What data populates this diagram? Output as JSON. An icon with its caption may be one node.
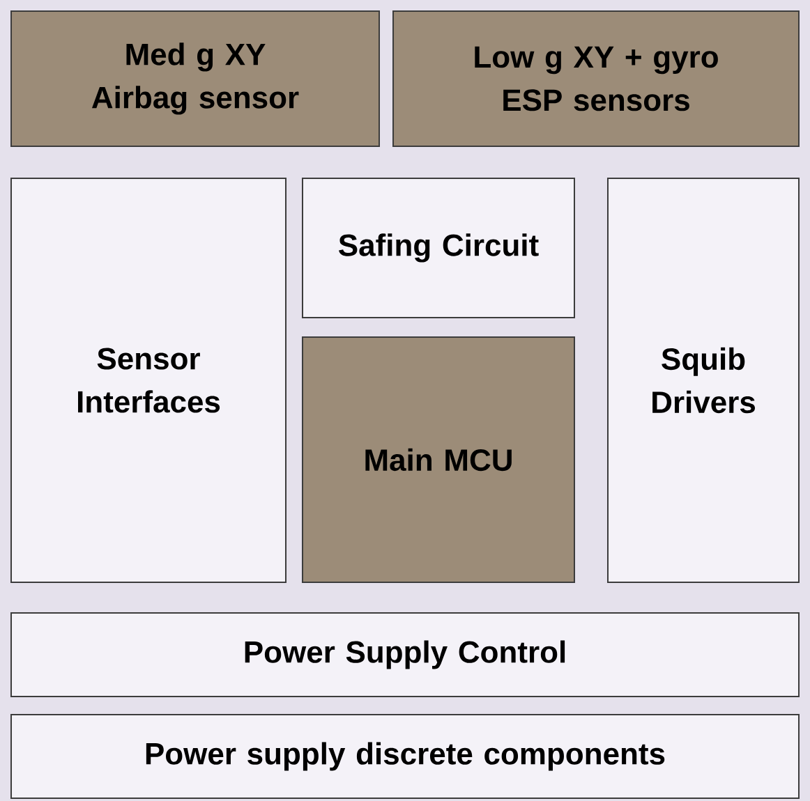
{
  "diagram": {
    "nodes": [
      {
        "text": [
          "Med g XY Airbag sensor"
        ]
      },
      {
        "text": [
          "Low g XY + gyro ESP sensors"
        ]
      },
      {
        "text": [
          "Sensor Interfaces"
        ]
      },
      {
        "text": [
          "Safing Circuit"
        ]
      },
      {
        "text": [
          "Main MCU"
        ]
      },
      {
        "text": [
          "Squib Drivers"
        ]
      },
      {
        "text": [
          "Power Supply Control"
        ]
      },
      {
        "text": [
          "Power supply discrete components"
        ]
      }
    ]
  }
}
